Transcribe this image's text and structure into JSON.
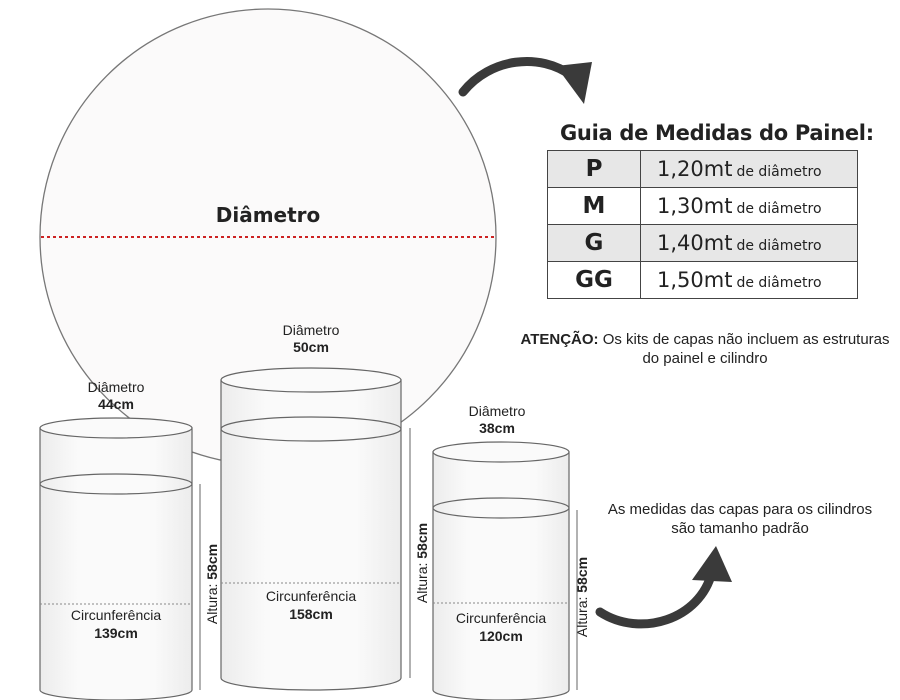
{
  "circle": {
    "label": "Diâmetro"
  },
  "guide": {
    "title": "Guia de Medidas do Painel:",
    "rows": [
      {
        "size": "P",
        "value": "1,20mt",
        "unit": "de diâmetro"
      },
      {
        "size": "M",
        "value": "1,30mt",
        "unit": "de diâmetro"
      },
      {
        "size": "G",
        "value": "1,40mt",
        "unit": "de diâmetro"
      },
      {
        "size": "GG",
        "value": "1,50mt",
        "unit": "de diâmetro"
      }
    ]
  },
  "notice": {
    "label": "ATENÇÃO:",
    "text": "Os kits de capas não incluem as estruturas do painel e cilindro"
  },
  "cylinders_note": "As medidas das capas para os cilindros são tamanho padrão",
  "cylinders": [
    {
      "diameter_label": "Diâmetro",
      "diameter": "44cm",
      "circ_label": "Circunferência",
      "circumference": "139cm",
      "height_label": "Altura:",
      "height": "58cm"
    },
    {
      "diameter_label": "Diâmetro",
      "diameter": "50cm",
      "circ_label": "Circunferência",
      "circumference": "158cm",
      "height_label": "Altura:",
      "height": "58cm"
    },
    {
      "diameter_label": "Diâmetro",
      "diameter": "38cm",
      "circ_label": "Circunferência",
      "circumference": "120cm",
      "height_label": "Altura:",
      "height": "58cm"
    }
  ],
  "colors": {
    "outline": "#666666",
    "dash": "#cc2222",
    "table_shade": "#e7e7e7",
    "arrow": "#3a3a3a"
  }
}
